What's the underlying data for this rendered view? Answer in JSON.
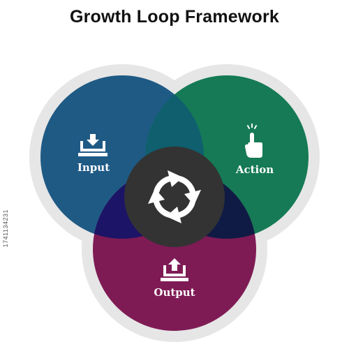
{
  "title": "Growth Loop Framework",
  "nodes": [
    {
      "label": "Input",
      "icon": "download-tray-icon",
      "color": "#1f5a85"
    },
    {
      "label": "Action",
      "icon": "tap-hand-icon",
      "color": "#157a55"
    },
    {
      "label": "Output",
      "icon": "upload-tray-icon",
      "color": "#7e1b55"
    }
  ],
  "center": {
    "icon": "cycle-arrows-icon",
    "color": "#333333"
  },
  "overlap_colors": {
    "input_action": "#0f5f6e",
    "input_output": "#1c1466",
    "action_output": "#0f1b44"
  },
  "watermark": "1741134231"
}
